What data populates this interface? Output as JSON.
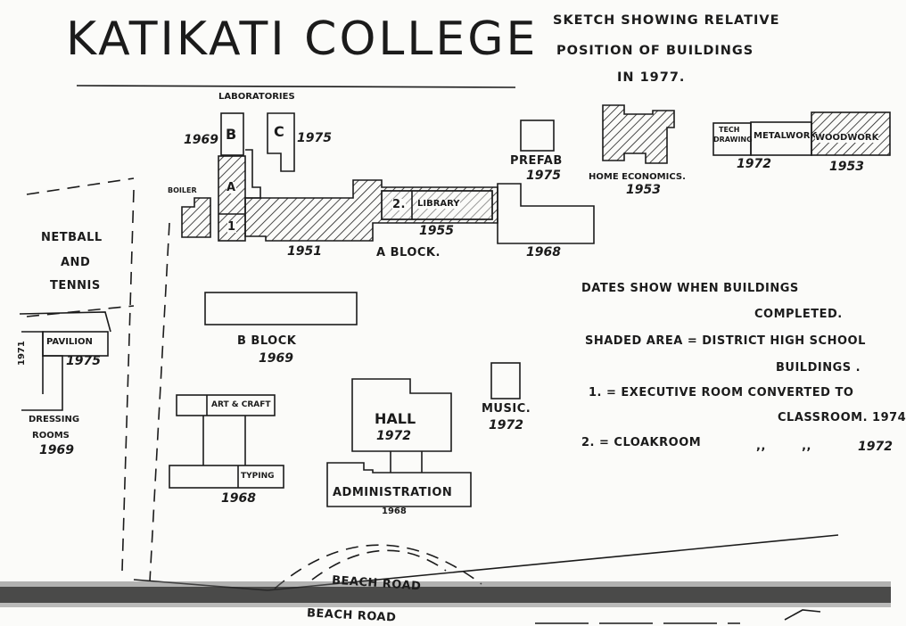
{
  "title": "KATIKATI COLLEGE",
  "subtitle": [
    "SKETCH SHOWING RELATIVE",
    "POSITION OF BUILDINGS",
    "IN 1977."
  ],
  "buildings": {
    "laboratories": {
      "name": "LABORATORIES",
      "lab_b": "B",
      "lab_b_year": "1969",
      "lab_c": "C",
      "lab_c_year": "1975",
      "lab_a": "A",
      "lab_1": "1"
    },
    "boiler": {
      "name": "BOILER"
    },
    "a_block": {
      "name": "A BLOCK.",
      "year_1951": "1951",
      "year_1968": "1968"
    },
    "library": {
      "name": "LIBRARY",
      "marker": "2.",
      "year": "1955"
    },
    "prefab": {
      "name": "PREFAB",
      "year": "1975"
    },
    "home_economics": {
      "name": "HOME ECONOMICS.",
      "year": "1953"
    },
    "tech_drawing": {
      "name_line1": "TECH",
      "name_line2": "DRAWING"
    },
    "metalwork": {
      "name": "METALWORK",
      "year": "1972"
    },
    "woodwork": {
      "name": "WOODWORK",
      "year": "1953"
    },
    "b_block": {
      "name": "B BLOCK",
      "year": "1969"
    },
    "pavilion": {
      "name": "PAVILION",
      "year": "1975",
      "side_year": "1971"
    },
    "dressing_rooms": {
      "name_line1": "DRESSING",
      "name_line2": "ROOMS",
      "year": "1969"
    },
    "netball": {
      "line1": "NETBALL",
      "line2": "AND",
      "line3": "TENNIS"
    },
    "art_craft": {
      "name": "ART & CRAFT"
    },
    "typing": {
      "name": "TYPING",
      "year": "1968"
    },
    "hall": {
      "name": "HALL",
      "year": "1972"
    },
    "music": {
      "name": "MUSIC.",
      "year": "1972"
    },
    "administration": {
      "name": "ADMINISTRATION",
      "year": "1968"
    }
  },
  "roads": {
    "upper": "BEACH ROAD",
    "lower": "BEACH ROAD"
  },
  "notes": {
    "dates_line1": "DATES SHOW WHEN BUILDINGS",
    "dates_line2": "COMPLETED.",
    "shaded_line1": "SHADED AREA = DISTRICT HIGH SCHOOL",
    "shaded_line2": "BUILDINGS .",
    "note1_line1": "1. = EXECUTIVE ROOM CONVERTED TO",
    "note1_line2": "CLASSROOM. 1974",
    "note2_text": "2. = CLOAKROOM",
    "note2_ditto": ",,        ,,",
    "note2_year": "1972"
  },
  "colors": {
    "ink": "#1b1b1b",
    "paper": "#fbfbf9"
  }
}
